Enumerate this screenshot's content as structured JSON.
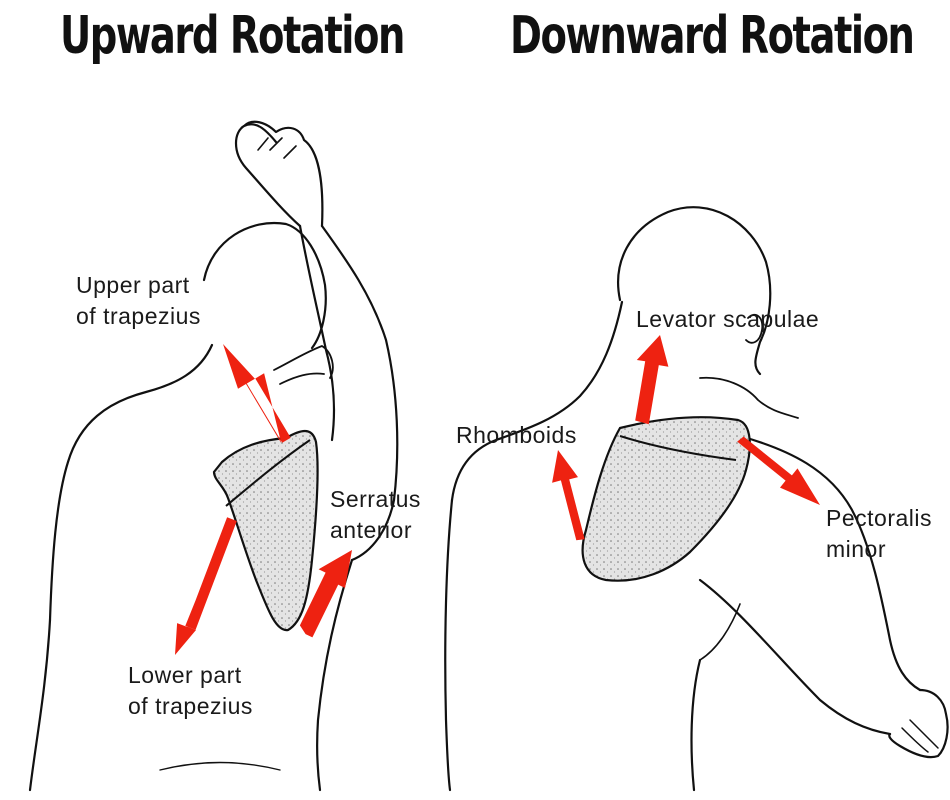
{
  "titles": {
    "upward": "Upward Rotation",
    "downward": "Downward Rotation"
  },
  "upward_labels": {
    "upper_trap_line1": "Upper part",
    "upper_trap_line2": "of trapezius",
    "serratus_line1": "Serratus",
    "serratus_line2": "anterior",
    "lower_trap_line1": "Lower part",
    "lower_trap_line2": "of trapezius"
  },
  "downward_labels": {
    "levator": "Levator  scapulae",
    "rhomboids": "Rhomboids",
    "pectoralis_line1": "Pectoralis",
    "pectoralis_line2": "minor"
  },
  "colors": {
    "arrow": "#ee2211",
    "outline": "#111111",
    "scapula_fill": "#e2e2e2"
  }
}
